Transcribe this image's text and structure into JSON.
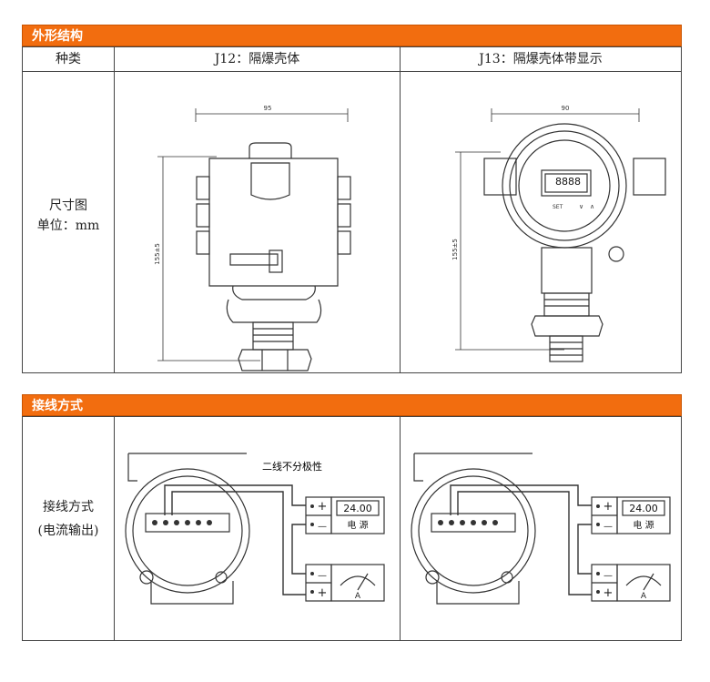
{
  "section1": {
    "title": "外形结构",
    "col_type": "种类",
    "col_j12": "J12：隔爆壳体",
    "col_j13": "J13：隔爆壳体带显示",
    "row_label_1": "尺寸图",
    "row_label_2": "单位：mm",
    "j12_width_dim": "95",
    "j12_height_dim": "155±5",
    "j13_width_dim": "90",
    "j13_height_dim": "155±5",
    "j13_display_digits": "8888",
    "j13_set_label": "SET"
  },
  "section2": {
    "title": "接线方式",
    "row_label_1": "接线方式",
    "row_label_2": "(电流输出)",
    "annotation": "二线不分极性",
    "power_reading": "24.00",
    "power_label": "电 源",
    "meter_label": "A",
    "plus": "+",
    "minus": "—"
  }
}
